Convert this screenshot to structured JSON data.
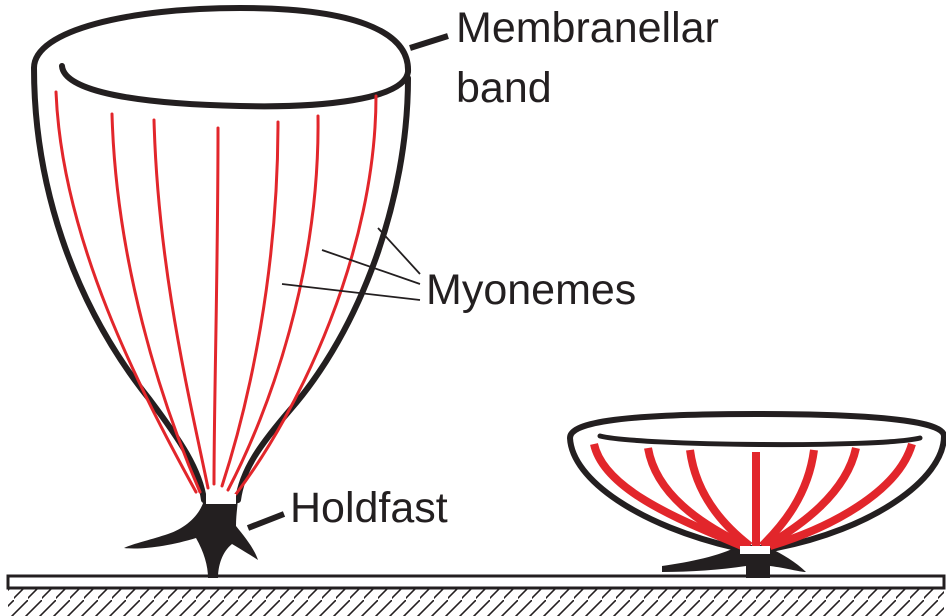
{
  "labels": {
    "membranellar_line1": "Membranellar",
    "membranellar_line2": "band",
    "myonemes": "Myonemes",
    "holdfast": "Holdfast"
  },
  "colors": {
    "outline": "#231f20",
    "myoneme": "#e2262b",
    "background": "#ffffff"
  }
}
